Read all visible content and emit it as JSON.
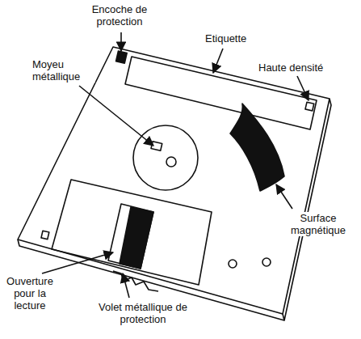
{
  "diagram": {
    "labels": [
      "Encoche de protection",
      "Etiquette",
      "Haute densité",
      "Moyeu métallique",
      "Surface magnétique",
      "Ouverture pour la lecture",
      "Volet métallique de protection"
    ]
  }
}
